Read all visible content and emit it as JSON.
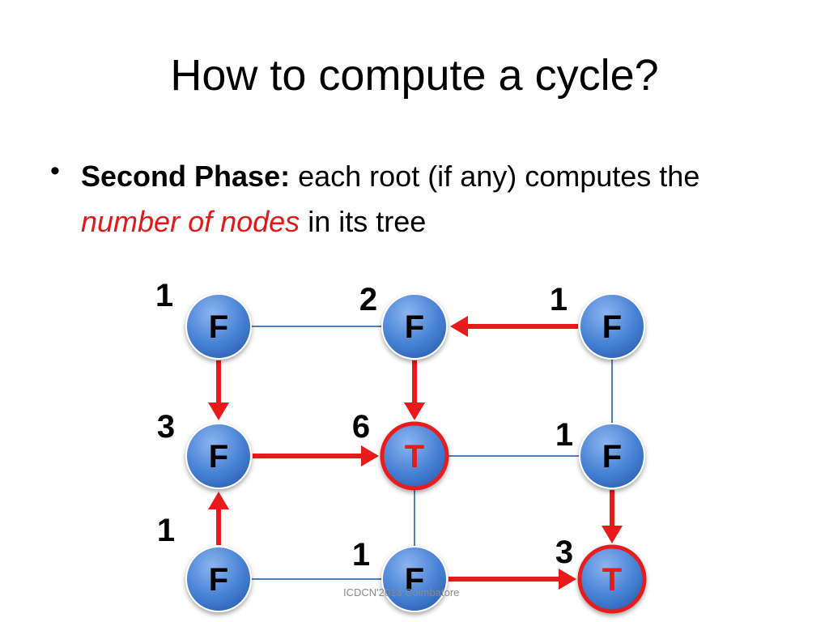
{
  "slide": {
    "title": "How to compute a cycle?",
    "bullet": {
      "bold": "Second Phase:",
      "text1": " each root (if any) computes the",
      "emphasis": "number of nodes",
      "text2": " in its tree"
    },
    "footer": "ICDCN'2013 Coimbatore"
  },
  "graph": {
    "colors": {
      "node_fill": "#4a84d6",
      "node_border": "#ffffff",
      "root_border": "#e81a1a",
      "root_label": "#e81a1a",
      "edge": "#4f81bd",
      "arrow": "#e81a1a"
    },
    "nodes": [
      {
        "id": "r0c0",
        "label": "F",
        "count": "1",
        "root": false
      },
      {
        "id": "r0c1",
        "label": "F",
        "count": "2",
        "root": false
      },
      {
        "id": "r0c2",
        "label": "F",
        "count": "1",
        "root": false
      },
      {
        "id": "r1c0",
        "label": "F",
        "count": "3",
        "root": false
      },
      {
        "id": "r1c1",
        "label": "T",
        "count": "6",
        "root": true
      },
      {
        "id": "r1c2",
        "label": "F",
        "count": "1",
        "root": false
      },
      {
        "id": "r2c0",
        "label": "F",
        "count": "1",
        "root": false
      },
      {
        "id": "r2c1",
        "label": "F",
        "count": "1",
        "root": false
      },
      {
        "id": "r2c2",
        "label": "T",
        "count": "3",
        "root": true
      }
    ],
    "edges": [
      {
        "from": "r0c0",
        "to": "r0c1",
        "arrow": false
      },
      {
        "from": "r0c2",
        "to": "r1c2",
        "arrow": false
      },
      {
        "from": "r1c1",
        "to": "r1c2",
        "arrow": false
      },
      {
        "from": "r1c1",
        "to": "r2c1",
        "arrow": false
      },
      {
        "from": "r2c0",
        "to": "r2c1",
        "arrow": false
      },
      {
        "from": "r0c2",
        "to": "r0c1",
        "arrow": true
      },
      {
        "from": "r0c0",
        "to": "r1c0",
        "arrow": true
      },
      {
        "from": "r0c1",
        "to": "r1c1",
        "arrow": true
      },
      {
        "from": "r1c0",
        "to": "r1c1",
        "arrow": true
      },
      {
        "from": "r2c0",
        "to": "r1c0",
        "arrow": true
      },
      {
        "from": "r1c2",
        "to": "r2c2",
        "arrow": true
      },
      {
        "from": "r2c1",
        "to": "r2c2",
        "arrow": true
      }
    ]
  }
}
